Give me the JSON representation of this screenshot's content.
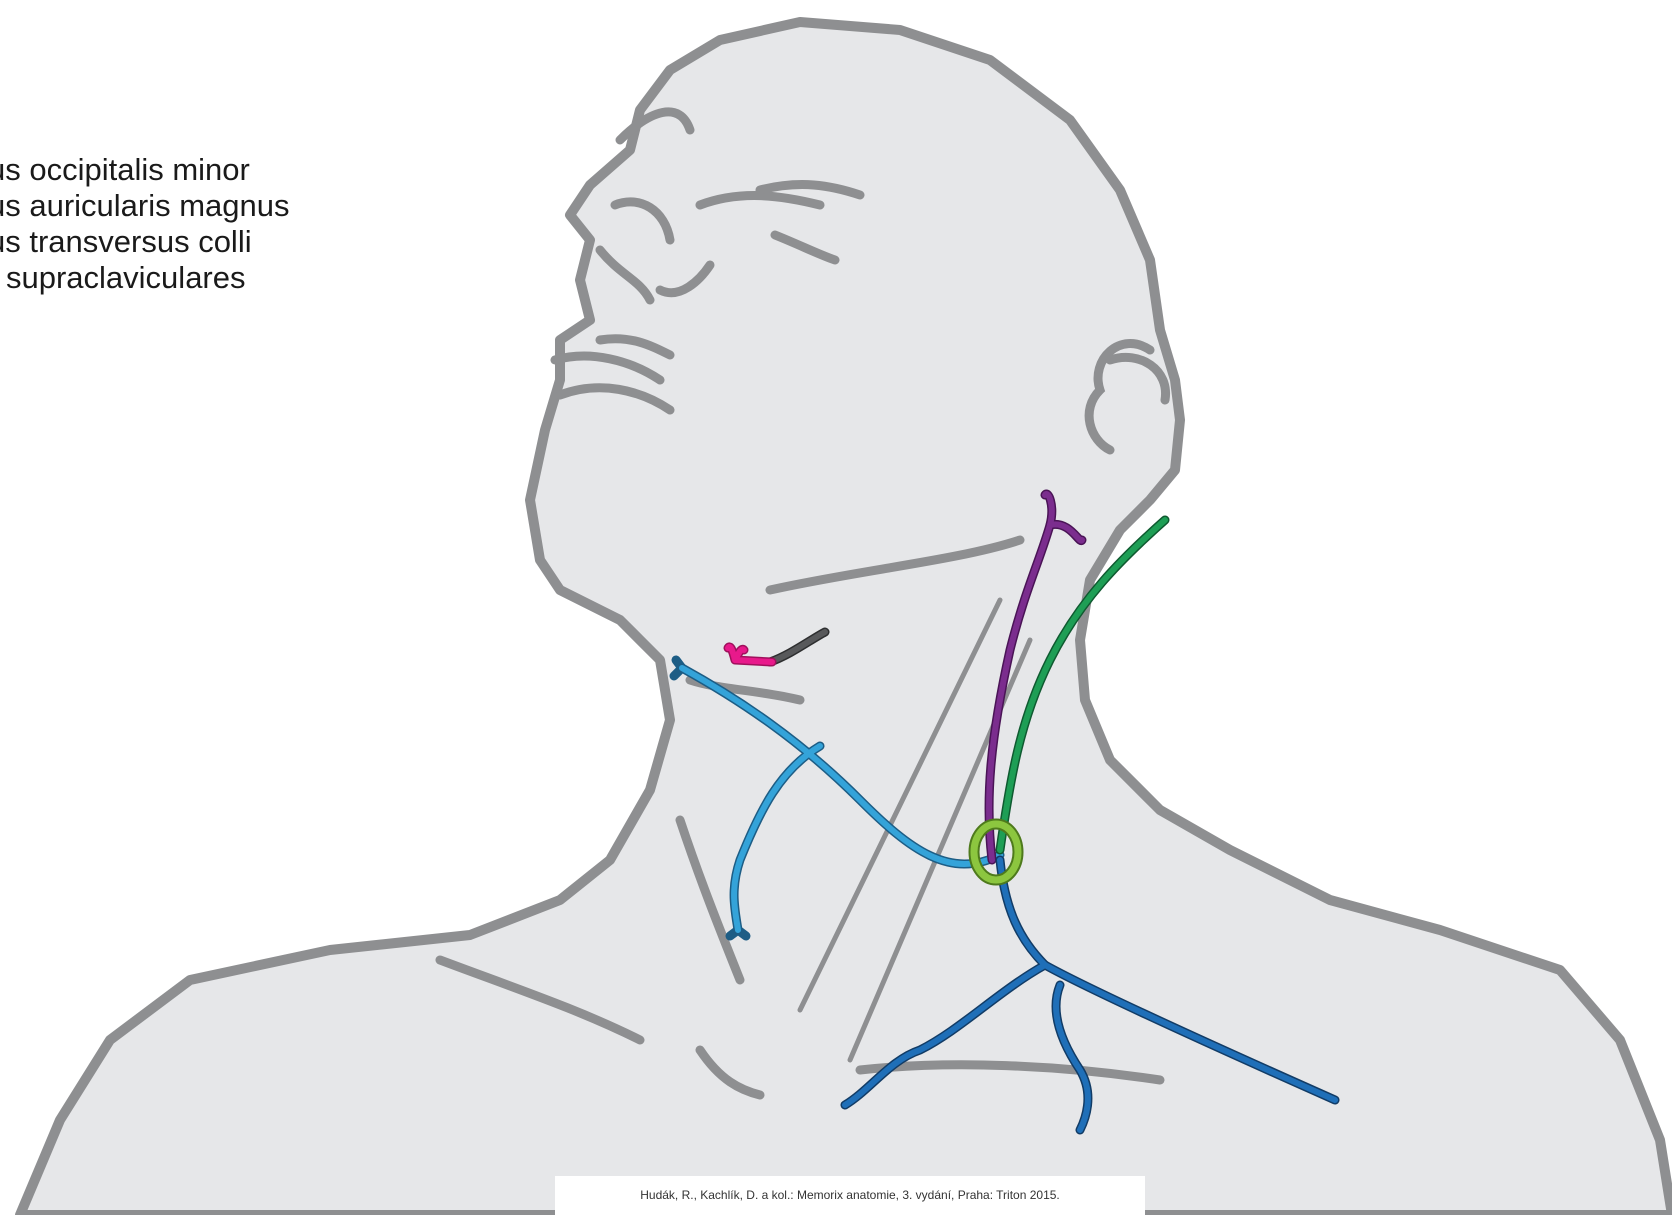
{
  "legend": {
    "items": [
      "us occipitalis minor",
      "us auricularis magnus",
      "us transversus colli",
      "supraclaviculares"
    ]
  },
  "citation": "Hudák, R., Kachlík, D. a kol.: Memorix anatomie, 3. vydání, Praha: Triton 2015.",
  "colors": {
    "skin_fill": "#e6e7e9",
    "outline": "#8e8f91",
    "n_occipitalis_minor": "#1e9e55",
    "n_auricularis_magnus": "#7b2d8e",
    "n_transversus_colli": "#34a3d9",
    "nn_supraclaviculares": "#1f6fb8",
    "ansa_cervicalis": "#e8198b",
    "n_hypoglossus": "#58595b",
    "punctum_nervosum": "#8cc63f"
  }
}
